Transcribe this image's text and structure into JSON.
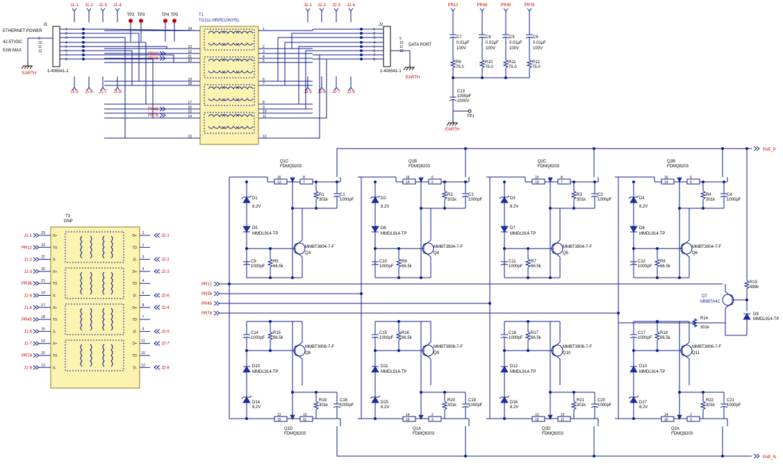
{
  "connector_j1": {
    "ref": "J1",
    "part": "1-406541-1",
    "title_line1": "ETHERNET POWER",
    "title_line2": "42-57VDC",
    "title_line3": "51W MAX",
    "pins": [
      "1",
      "2",
      "3",
      "4",
      "5",
      "6",
      "7",
      "8",
      "9",
      "10",
      "11",
      "12"
    ],
    "probe_top": [
      "J1-1",
      "J1-2",
      "J1-3",
      "J1-4"
    ],
    "probe_bottom": [
      "J1-5",
      "J1-6",
      "J1-7",
      "J1-8"
    ]
  },
  "connector_j2": {
    "ref": "J2",
    "part": "1-406541-1",
    "title": "DATA PORT",
    "probe_top": [
      "J2-1",
      "J2-2",
      "J2-3",
      "J2-4"
    ],
    "probe_bottom": [
      "J2-5",
      "J2-6",
      "J2-7",
      "J2-8"
    ]
  },
  "earth": "EARTH",
  "testpoints": [
    "TP2",
    "TP3",
    "TP4",
    "TP5"
  ],
  "transformer_t1": {
    "ref": "T1",
    "part": "TG111-HRPE10NYRL",
    "left_pins": [
      "24",
      "23",
      "22",
      "21",
      "20",
      "19",
      "18",
      "17",
      "16",
      "15",
      "14",
      "13"
    ],
    "right_pins": [
      "1",
      "2",
      "3",
      "4",
      "5",
      "6",
      "7",
      "8",
      "9",
      "10",
      "11",
      "12"
    ],
    "pair_nets": [
      "PR12",
      "PR36",
      "PR45",
      "PR78"
    ]
  },
  "caps_top": [
    {
      "ref": "C7",
      "value1": "0.01µF",
      "value2": "100V",
      "net": "PR12",
      "res": "R9",
      "rval": "75.0"
    },
    {
      "ref": "C8",
      "value1": "0.01µF",
      "value2": "100V",
      "net": "PR36",
      "res": "R10",
      "rval": "75.0"
    },
    {
      "ref": "C5",
      "value1": "0.01µF",
      "value2": "100V",
      "net": "PR45",
      "res": "R11",
      "rval": "75.0"
    },
    {
      "ref": "C6",
      "value1": "0.01µF",
      "value2": "100V",
      "net": "PR78",
      "res": "R12",
      "rval": "75.0"
    }
  ],
  "c13": {
    "ref": "C13",
    "value1": "1000pF",
    "value2": "2000V",
    "tp": "TP1"
  },
  "transformer_t3": {
    "ref": "T3",
    "note": "DNP",
    "left_nets": [
      "J1-1",
      "PR12",
      "J1-2",
      "J1-3",
      "PR36",
      "J1-6",
      "J1-4",
      "PR45",
      "J1-5",
      "J1-7",
      "PR78",
      "J1-8"
    ],
    "left_pins": [
      "23",
      "24",
      "22",
      "20",
      "21",
      "19",
      "17",
      "18",
      "16",
      "14",
      "15",
      "13"
    ],
    "left_labels": [
      "X+",
      "TX",
      "X-",
      "X+",
      "TX",
      "X-",
      "X+",
      "TX",
      "X-",
      "X+",
      "TX",
      "X-"
    ],
    "right_nets": [
      "J2-1",
      "",
      "J2-2",
      "J2-3",
      "",
      "J2-6",
      "J2-4",
      "",
      "J2-5",
      "J2-7",
      "",
      "J2-8"
    ],
    "right_pins": [
      "2",
      "1",
      "3",
      "5",
      "4",
      "6",
      "8",
      "7",
      "9",
      "11",
      "10",
      "12"
    ],
    "right_labels": [
      "D+",
      "TD",
      "D-",
      "D+",
      "TD",
      "D-",
      "D+",
      "TD",
      "D-",
      "D+",
      "TD",
      "D-"
    ]
  },
  "bridge_nets": [
    "PR12",
    "PR36",
    "PR45",
    "PR78"
  ],
  "rail_pos": "PoE_P",
  "rail_neg": "PoE_N",
  "upper_cells": [
    {
      "q": "Q1C",
      "mos": "FDMQ8203",
      "d1": "D1",
      "z": "8.2V",
      "d2": "D5",
      "diode": "MMDL914-TP",
      "r": "R1",
      "rv": "301k",
      "c": "C1",
      "cv": "1000pF",
      "cb": "C9",
      "cbv": "1000pF",
      "rb": "R5",
      "rbv": "66.5k",
      "qb": "Q3",
      "bjt": "MMBT3904-7-F",
      "p1": "15",
      "p2": "13",
      "p3": "8",
      "p4": "7"
    },
    {
      "q": "Q1B",
      "mos": "FDMQ8203",
      "d1": "D2",
      "z": "8.2V",
      "d2": "D6",
      "diode": "MMDL914-TP",
      "r": "R2",
      "rv": "301k",
      "c": "C2",
      "cv": "1000pF",
      "cb": "C10",
      "cbv": "1000pF",
      "rb": "R6",
      "rbv": "66.5k",
      "qb": "Q4",
      "bjt": "MMBT3904-7-F",
      "p1": "16",
      "p2": "14",
      "p3": "6",
      "p4": "5"
    },
    {
      "q": "Q2C",
      "mos": "FDMQ8203",
      "d1": "D3",
      "z": "8.2V",
      "d2": "D7",
      "diode": "MMDL914-TP",
      "r": "R3",
      "rv": "301k",
      "c": "C3",
      "cv": "1000pF",
      "cb": "C11",
      "cbv": "1000pF",
      "rb": "R7",
      "rbv": "66.5k",
      "qb": "Q5",
      "bjt": "MMBT3904-7-F",
      "p1": "15",
      "p2": "13",
      "p3": "8",
      "p4": "7"
    },
    {
      "q": "Q2B",
      "mos": "FDMQ8203",
      "d1": "D4",
      "z": "8.2V",
      "d2": "D8",
      "diode": "MMDL914-TP",
      "r": "R4",
      "rv": "301k",
      "c": "C4",
      "cv": "1000pF",
      "cb": "C12",
      "cbv": "1000pF",
      "rb": "R8",
      "rbv": "66.5k",
      "qb": "Q6",
      "bjt": "MMBT3904-7-F",
      "p1": "16",
      "p2": "14",
      "p3": "6",
      "p4": "5"
    }
  ],
  "lower_cells": [
    {
      "q": "Q1D",
      "mos": "FDMQ8203",
      "d1": "D10",
      "diode": "MMDL914-TP",
      "d2": "D14",
      "z": "8.2V",
      "r": "R19",
      "rv": "301k",
      "c": "C18",
      "cv": "1000pF",
      "ct": "C14",
      "ctv": "1000pF",
      "rt": "R15",
      "rtv": "66.5k",
      "qt": "Q8",
      "bjt": "MMBT3906-7-F",
      "p1": "13",
      "p2": "15",
      "p3": "10",
      "p4": "11"
    },
    {
      "q": "Q1A",
      "mos": "FDMQ8203",
      "d1": "D11",
      "diode": "MMDL914-TP",
      "d2": "D15",
      "z": "8.2V",
      "r": "R20",
      "rv": "301k",
      "c": "C19",
      "cv": "1000pF",
      "ct": "C15",
      "ctv": "1000pF",
      "rt": "R16",
      "rtv": "66.5k",
      "qt": "Q9",
      "bjt": "MMBT3906-7-F",
      "p1": "14",
      "p2": "16",
      "p3": "2",
      "p4": "3"
    },
    {
      "q": "Q2D",
      "mos": "FDMQ8203",
      "d1": "D12",
      "diode": "MMDL914-TP",
      "d2": "D16",
      "z": "8.2V",
      "r": "R21",
      "rv": "301k",
      "c": "C20",
      "cv": "1000pF",
      "ct": "C16",
      "ctv": "1000pF",
      "rt": "R17",
      "rtv": "66.5k",
      "qt": "Q10",
      "bjt": "MMBT3906-7-F",
      "p1": "13",
      "p2": "15",
      "p3": "10",
      "p4": "11"
    },
    {
      "q": "Q2A",
      "mos": "FDMQ8203",
      "d1": "D13",
      "diode": "MMDL914-TP",
      "d2": "D17",
      "z": "8.2V",
      "r": "R22",
      "rv": "301k",
      "c": "C21",
      "cv": "1000pF",
      "ct": "C17",
      "ctv": "1000pF",
      "rt": "R18",
      "rtv": "66.5k",
      "qt": "Q11",
      "bjt": "MMBT3906-7-F",
      "p1": "14",
      "p2": "16",
      "p3": "2",
      "p4": "3"
    }
  ],
  "bias": {
    "r13": "R13",
    "r13v": "499k",
    "q7": "Q7",
    "q7p": "MMBTA42",
    "d9": "D9",
    "d9p": "MMDL914-TP",
    "r14": "R14",
    "r14v": "301k"
  }
}
